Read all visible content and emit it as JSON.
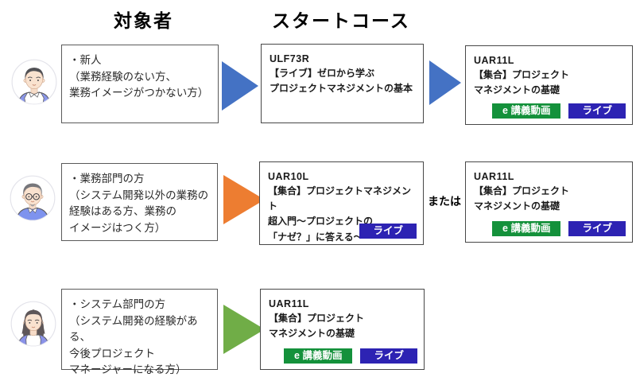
{
  "headers": {
    "audience_column": "対象者",
    "start_course_column": "スタートコース"
  },
  "or_label": "または",
  "colors": {
    "arrow_blue": "#4472C4",
    "arrow_orange": "#ED7D31",
    "arrow_green": "#70AD47",
    "badge_green": "#14913B",
    "badge_blue": "#2D23B3"
  },
  "icons": {
    "row1_avatar": "male-new-employee-avatar",
    "row2_avatar": "male-glasses-business-avatar",
    "row3_avatar": "female-system-member-avatar"
  },
  "rows": [
    {
      "audience": "・新人\n（業務経験のない方、\n業務イメージがつかない方）",
      "courses": [
        {
          "code": "ULF73R",
          "title": "【ライブ】ゼロから学ぶ\nプロジェクトマネジメントの基本",
          "badges": []
        },
        {
          "code": "UAR11L",
          "title": "【集合】プロジェクト\nマネジメントの基礎",
          "badges": [
            "e 講義動画",
            "ライブ"
          ]
        }
      ]
    },
    {
      "audience": "・業務部門の方\n（システム開発以外の業務の\n経験はある方、業務の\nイメージはつく方）",
      "courses": [
        {
          "code": "UAR10L",
          "title": "【集合】プロジェクトマネジメント\n超入門～プロジェクトの\n「ナゼ？」に答える～",
          "badges": [
            "ライブ"
          ]
        },
        {
          "code": "UAR11L",
          "title": "【集合】プロジェクト\nマネジメントの基礎",
          "badges": [
            "e 講義動画",
            "ライブ"
          ]
        }
      ]
    },
    {
      "audience": "・システム部門の方\n（システム開発の経験がある、\n今後プロジェクト\nマネージャーになる方）",
      "courses": [
        {
          "code": "UAR11L",
          "title": "【集合】プロジェクト\nマネジメントの基礎",
          "badges": [
            "e 講義動画",
            "ライブ"
          ]
        }
      ]
    }
  ]
}
